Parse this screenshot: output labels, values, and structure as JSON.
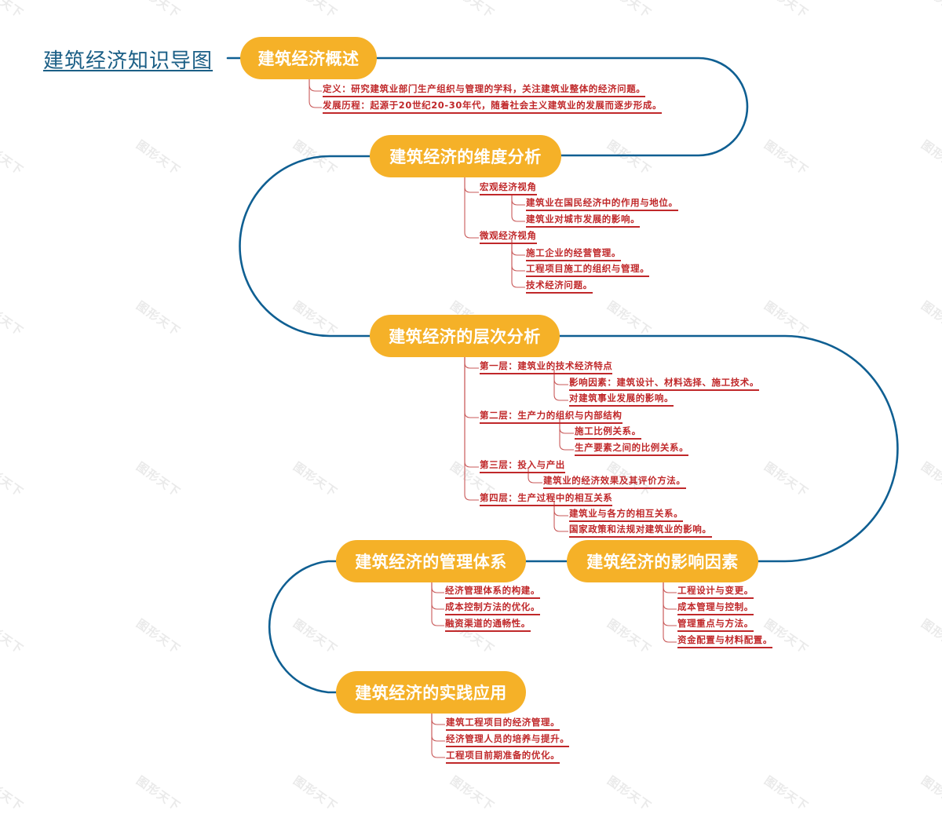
{
  "root": {
    "title": "建筑经济知识导图"
  },
  "watermark": "图形天下",
  "colors": {
    "topic_fill": "#f5b128",
    "topic_text": "#ffffff",
    "main_line": "#0f5f92",
    "leaf_text": "#c0282a",
    "leaf_line": "#c95a5a",
    "root_text": "#1b5f86"
  },
  "topics": [
    {
      "id": "overview",
      "label": "建筑经济概述",
      "children": [
        {
          "label": "定义：研究建筑业部门生产组织与管理的学科，关注建筑业整体的经济问题。"
        },
        {
          "label": "发展历程：起源于20世纪20-30年代，随着社会主义建筑业的发展而逐步形成。"
        }
      ]
    },
    {
      "id": "dimension",
      "label": "建筑经济的维度分析",
      "children": [
        {
          "label": "宏观经济视角",
          "children": [
            {
              "label": "建筑业在国民经济中的作用与地位。"
            },
            {
              "label": "建筑业对城市发展的影响。"
            }
          ]
        },
        {
          "label": "微观经济视角",
          "children": [
            {
              "label": "施工企业的经营管理。"
            },
            {
              "label": "工程项目施工的组织与管理。"
            },
            {
              "label": "技术经济问题。"
            }
          ]
        }
      ]
    },
    {
      "id": "levels",
      "label": "建筑经济的层次分析",
      "children": [
        {
          "label": "第一层：建筑业的技术经济特点",
          "children": [
            {
              "label": "影响因素：建筑设计、材料选择、施工技术。"
            },
            {
              "label": "对建筑事业发展的影响。"
            }
          ]
        },
        {
          "label": "第二层：生产力的组织与内部结构",
          "children": [
            {
              "label": "施工比例关系。"
            },
            {
              "label": "生产要素之间的比例关系。"
            }
          ]
        },
        {
          "label": "第三层：投入与产出",
          "children": [
            {
              "label": "建筑业的经济效果及其评价方法。"
            }
          ]
        },
        {
          "label": "第四层：生产过程中的相互关系",
          "children": [
            {
              "label": "建筑业与各方的相互关系。"
            },
            {
              "label": "国家政策和法规对建筑业的影响。"
            }
          ]
        }
      ]
    },
    {
      "id": "factors",
      "label": "建筑经济的影响因素",
      "children": [
        {
          "label": "工程设计与变更。"
        },
        {
          "label": "成本管理与控制。"
        },
        {
          "label": "管理重点与方法。"
        },
        {
          "label": "资金配置与材料配置。"
        }
      ]
    },
    {
      "id": "management",
      "label": "建筑经济的管理体系",
      "children": [
        {
          "label": "经济管理体系的构建。"
        },
        {
          "label": "成本控制方法的优化。"
        },
        {
          "label": "融资渠道的通畅性。"
        }
      ]
    },
    {
      "id": "practice",
      "label": "建筑经济的实践应用",
      "children": [
        {
          "label": "建筑工程项目的经济管理。"
        },
        {
          "label": "经济管理人员的培养与提升。"
        },
        {
          "label": "工程项目前期准备的优化。"
        }
      ]
    }
  ]
}
